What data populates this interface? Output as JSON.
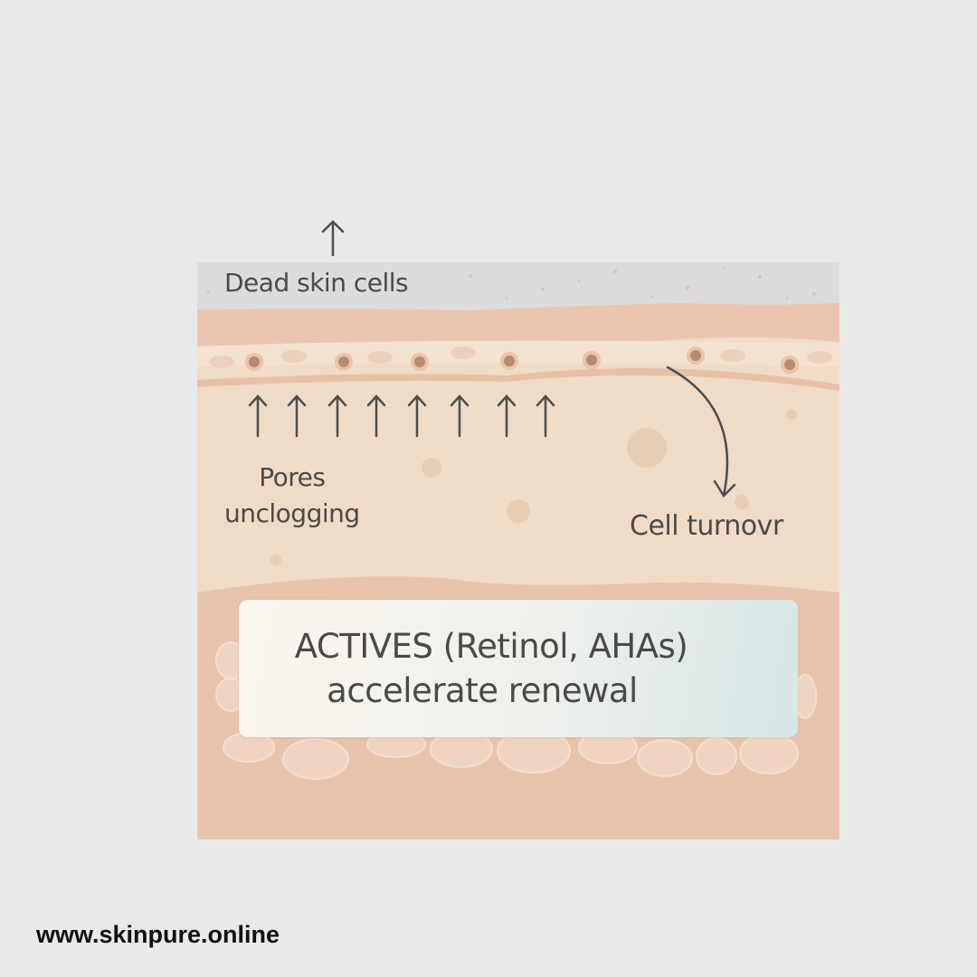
{
  "diagram": {
    "labels": {
      "dead_skin": "Dead skin cells",
      "pores_line1": "Pores",
      "pores_line2": "unclogging",
      "turnover": "Cell turnovr",
      "actives_line1": "ACTIVES (Retinol, AHAs)",
      "actives_line2": "accelerate renewal"
    },
    "colors": {
      "background": "#e9e9ea",
      "dead_layer": "#dcdcdc",
      "upper_band": "#eac6b1",
      "mid_layer": "#f0dcc6",
      "lower_layer": "#e8c4ad",
      "text": "#4a4a48"
    }
  },
  "footer": {
    "website": "www.skinpure.online"
  }
}
